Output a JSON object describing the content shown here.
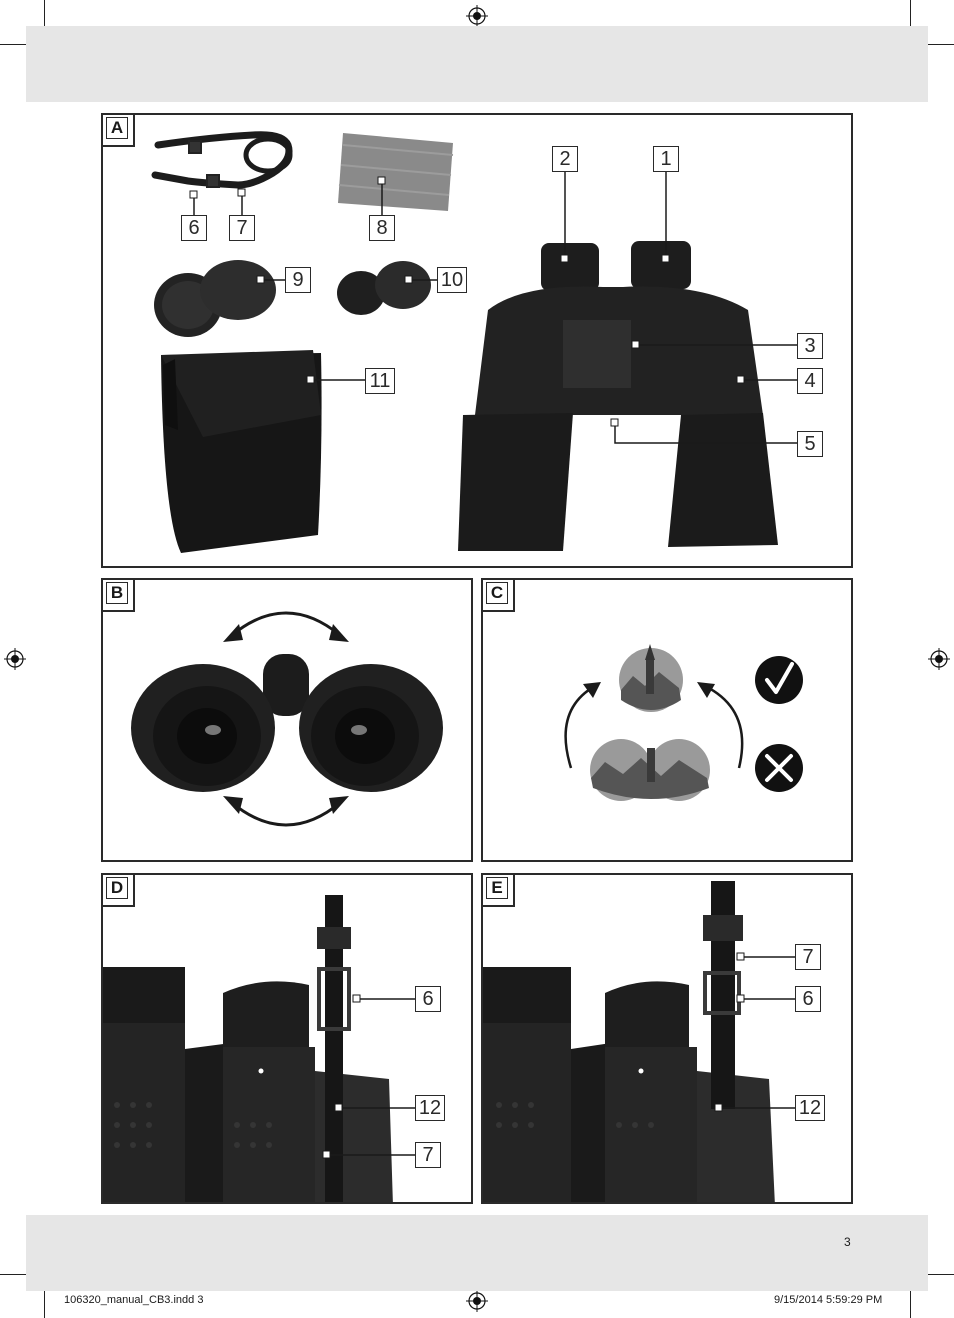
{
  "page": {
    "page_number": "3",
    "file_name": "106320_manual_CB3.indd   3",
    "timestamp": "9/15/2014   5:59:29 PM"
  },
  "panels": {
    "a": {
      "letter": "A",
      "labels": [
        "1",
        "2",
        "3",
        "4",
        "5",
        "6",
        "7",
        "8",
        "9",
        "10",
        "11"
      ]
    },
    "b": {
      "letter": "B"
    },
    "c": {
      "letter": "C"
    },
    "d": {
      "letter": "D",
      "labels": [
        "6",
        "12",
        "7"
      ]
    },
    "e": {
      "letter": "E",
      "labels": [
        "7",
        "6",
        "12"
      ]
    }
  },
  "icons": {
    "check": "check-icon",
    "cross": "cross-icon"
  }
}
